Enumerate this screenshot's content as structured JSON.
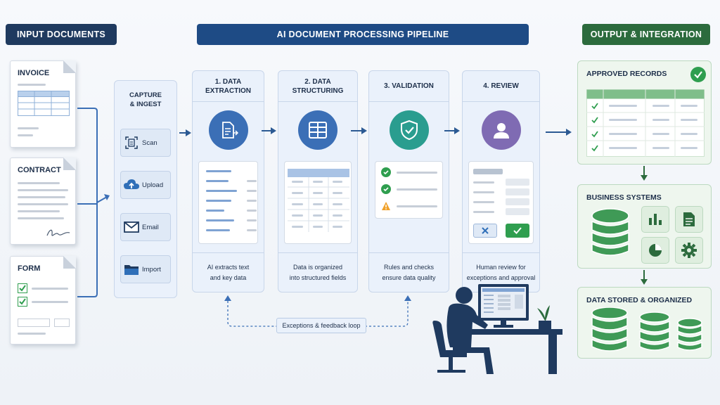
{
  "headers": {
    "input": "INPUT DOCUMENTS",
    "pipeline": "AI DOCUMENT PROCESSING PIPELINE",
    "output": "OUTPUT & INTEGRATION"
  },
  "documents": [
    {
      "title": "INVOICE"
    },
    {
      "title": "CONTRACT"
    },
    {
      "title": "FORM"
    }
  ],
  "capture": {
    "title_line1": "CAPTURE",
    "title_line2": "& INGEST",
    "items": [
      {
        "label": "Scan",
        "icon": "scan-icon"
      },
      {
        "label": "Upload",
        "icon": "cloud-upload-icon"
      },
      {
        "label": "Email",
        "icon": "email-icon"
      },
      {
        "label": "Import",
        "icon": "folder-icon"
      }
    ]
  },
  "stages": [
    {
      "title_line1": "1. DATA",
      "title_line2": "EXTRACTION",
      "desc_line1": "AI extracts text",
      "desc_line2": "and key data",
      "icon": "document-extract-icon"
    },
    {
      "title_line1": "2. DATA",
      "title_line2": "STRUCTURING",
      "desc_line1": "Data is organized",
      "desc_line2": "into structured fields",
      "icon": "table-icon"
    },
    {
      "title_line1": "3. VALIDATION",
      "title_line2": "",
      "desc_line1": "Rules and checks",
      "desc_line2": "ensure data quality",
      "icon": "shield-check-icon"
    },
    {
      "title_line1": "4. REVIEW",
      "title_line2": "",
      "desc_line1": "Human review for",
      "desc_line2": "exceptions and approval",
      "icon": "user-icon"
    }
  ],
  "feedback_loop": "Exceptions & feedback loop",
  "outputs": {
    "approved": "APPROVED RECORDS",
    "business": "BUSINESS SYSTEMS",
    "stored": "DATA STORED & ORGANIZED"
  },
  "colors": {
    "navy": "#1f3a5f",
    "pipeline_blue": "#1e4b85",
    "green": "#2c6b3d",
    "stage_blue": "#3b6fb6",
    "teal": "#2a9d8f",
    "purple": "#7f6bb3",
    "check_green": "#2f9e4f",
    "warn_orange": "#f0a12a"
  }
}
